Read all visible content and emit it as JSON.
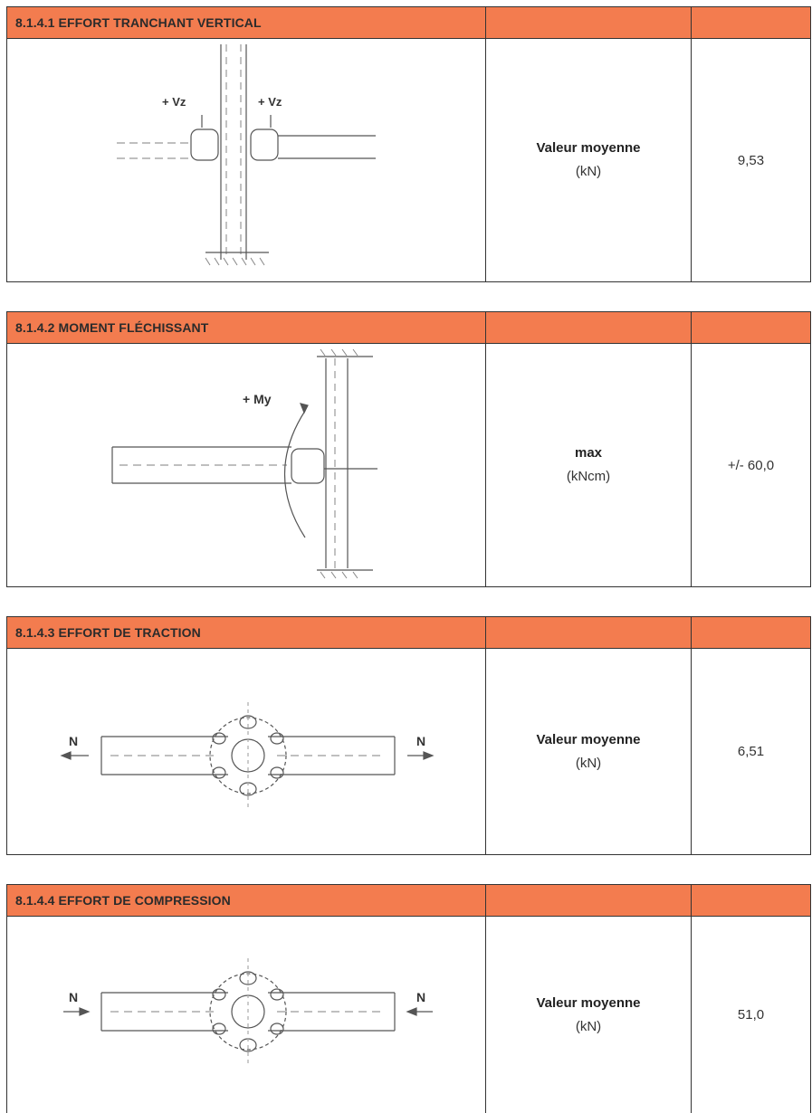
{
  "sections": [
    {
      "title": "8.1.4.1 EFFORT TRANCHANT VERTICAL",
      "label": "Valeur moyenne",
      "unit": "(kN)",
      "value": "9,53",
      "figure_labels": [
        "+ Vz",
        "+ Vz"
      ]
    },
    {
      "title": "8.1.4.2 MOMENT FLÉCHISSANT",
      "label": "max",
      "unit": "(kNcm)",
      "value": "+/- 60,0",
      "figure_labels": [
        "+ My"
      ]
    },
    {
      "title": "8.1.4.3 EFFORT DE TRACTION",
      "label": "Valeur moyenne",
      "unit": "(kN)",
      "value": "6,51",
      "figure_labels": [
        "N",
        "N"
      ]
    },
    {
      "title": "8.1.4.4 EFFORT DE COMPRESSION",
      "label": "Valeur moyenne",
      "unit": "(kN)",
      "value": "51,0",
      "figure_labels": [
        "N",
        "N"
      ]
    }
  ],
  "colors": {
    "header_bg": "#f37c4f",
    "border": "#333333"
  }
}
